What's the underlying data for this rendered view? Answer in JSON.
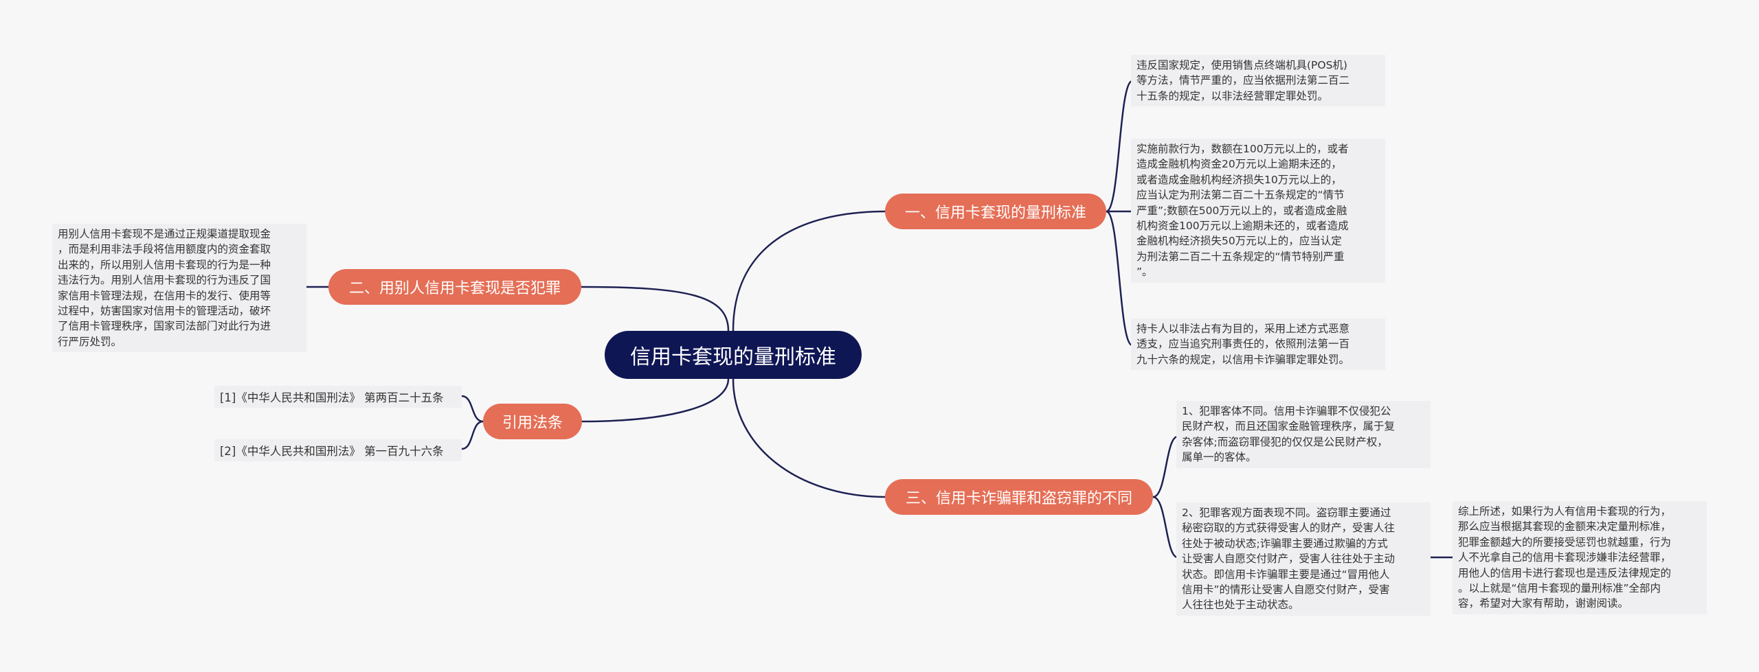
{
  "root": "信用卡套现的量刑标准",
  "branches": {
    "b1": {
      "label": "一、信用卡套现的量刑标准",
      "leaves": [
        "违反国家规定，使用销售点终端机具(POS机)\n等方法，情节严重的，应当依据刑法第二百二\n十五条的规定，以非法经营罪定罪处罚。",
        "实施前款行为，数额在100万元以上的，或者\n造成金融机构资金20万元以上逾期未还的，\n或者造成金融机构经济损失10万元以上的，\n应当认定为刑法第二百二十五条规定的“情节\n严重”;数额在500万元以上的，或者造成金融\n机构资金100万元以上逾期未还的，或者造成\n金融机构经济损失50万元以上的，应当认定\n为刑法第二百二十五条规定的“情节特别严重\n”。",
        "持卡人以非法占有为目的，采用上述方式恶意\n透支，应当追究刑事责任的，依照刑法第一百\n九十六条的规定，以信用卡诈骗罪定罪处罚。"
      ]
    },
    "b2": {
      "label": "二、用别人信用卡套现是否犯罪",
      "leaf": "用别人信用卡套现不是通过正规渠道提取现金\n，而是利用非法手段将信用额度内的资金套取\n出来的，所以用别人信用卡套现的行为是一种\n违法行为。用别人信用卡套现的行为违反了国\n家信用卡管理法规，在信用卡的发行、使用等\n过程中，妨害国家对信用卡的管理活动，破坏\n了信用卡管理秩序，国家司法部门对此行为进\n行严厉处罚。"
    },
    "b3": {
      "label": "引用法条",
      "cites": [
        "[1]《中华人民共和国刑法》 第两百二十五条",
        "[2]《中华人民共和国刑法》 第一百九十六条"
      ]
    },
    "b4": {
      "label": "三、信用卡诈骗罪和盗窃罪的不同",
      "leaves": [
        "1、犯罪客体不同。信用卡诈骗罪不仅侵犯公\n民财产权，而且还国家金融管理秩序，属于复\n杂客体;而盗窃罪侵犯的仅仅是公民财产权，\n属单一的客体。",
        "2、犯罪客观方面表现不同。盗窃罪主要通过\n秘密窃取的方式获得受害人的财产，受害人往\n往处于被动状态;诈骗罪主要通过欺骗的方式\n让受害人自愿交付财产，受害人往往处于主动\n状态。即信用卡诈骗罪主要是通过“冒用他人\n信用卡”的情形让受害人自愿交付财产，受害\n人往往也处于主动状态。"
      ],
      "summary": "综上所述，如果行为人有信用卡套现的行为，\n那么应当根据其套现的金额来决定量刑标准，\n犯罪金额越大的所要接受惩罚也就越重，行为\n人不光拿自己的信用卡套现涉嫌非法经营罪，\n用他人的信用卡进行套现也是违反法律规定的\n。以上就是“信用卡套现的量刑标准”全部内\n容，希望对大家有帮助，谢谢阅读。"
    }
  }
}
